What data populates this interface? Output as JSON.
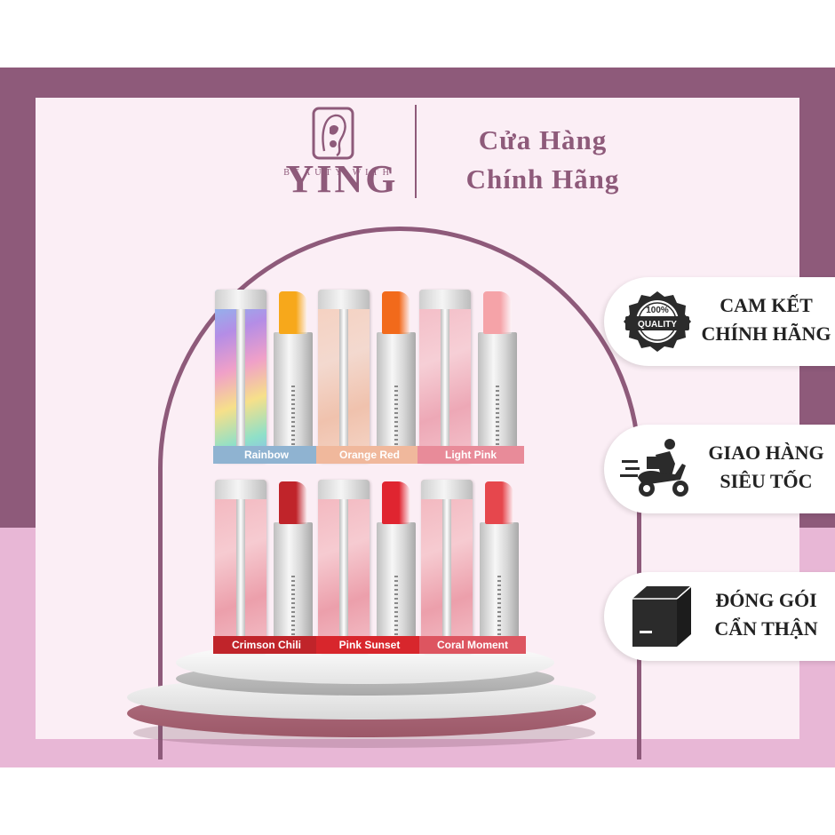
{
  "brand": {
    "name": "YING",
    "tagline": "BEAUTY WITH"
  },
  "store": {
    "line1": "Cửa Hàng",
    "line2": "Chính Hãng"
  },
  "quality_seal": {
    "top": "100%",
    "bottom": "QUALITY"
  },
  "products": [
    {
      "label": "Rainbow",
      "bullet_color": "#f7a81b",
      "label_color": "#8fb3d1"
    },
    {
      "label": "Orange Red",
      "bullet_color": "#f26a1b",
      "label_color": "#f0b89c"
    },
    {
      "label": "Light Pink",
      "bullet_color": "#f5a3a8",
      "label_color": "#e88b99"
    },
    {
      "label": "Crimson Chili",
      "bullet_color": "#c0242a",
      "label_color": "#c0242a"
    },
    {
      "label": "Pink Sunset",
      "bullet_color": "#e02530",
      "label_color": "#d8262c"
    },
    {
      "label": "Coral Moment",
      "bullet_color": "#e6474d",
      "label_color": "#dd5560"
    }
  ],
  "badges": [
    {
      "line1": "CAM KẾT",
      "line2": "CHÍNH HÃNG",
      "icon": "quality-seal-icon"
    },
    {
      "line1": "GIAO HÀNG",
      "line2": "SIÊU TỐC",
      "icon": "delivery-scooter-icon"
    },
    {
      "line1": "ĐÓNG GÓI",
      "line2": "CẨN THẬN",
      "icon": "package-box-icon"
    }
  ],
  "colors": {
    "brand_purple": "#8e5a7a",
    "pink_band": "#e8b7d6",
    "panel": "#fbeef5"
  }
}
